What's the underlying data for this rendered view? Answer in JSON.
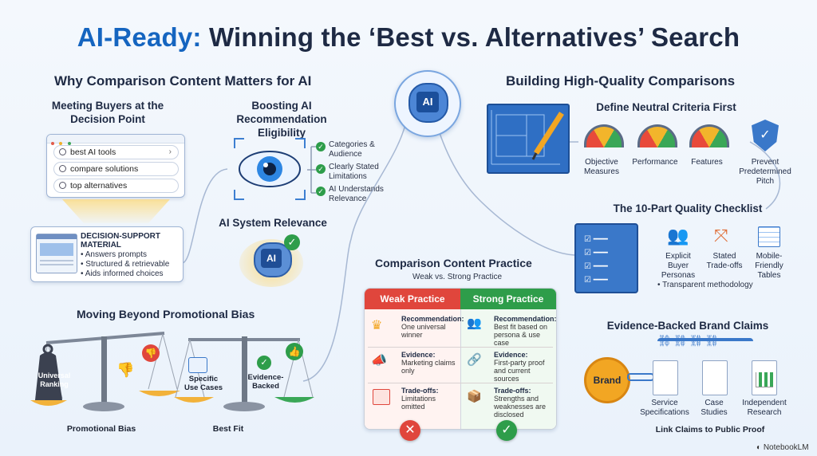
{
  "title": {
    "highlight": "AI-Ready:",
    "rest": "Winning the ‘Best vs. Alternatives’ Search"
  },
  "left": {
    "heading": "Why Comparison Content Matters for AI",
    "buyers_title": "Meeting Buyers at the Decision Point",
    "searches": [
      "best AI tools",
      "compare solutions",
      "top alternatives"
    ],
    "decision_box": {
      "title": "DECISION-SUPPORT MATERIAL",
      "bullets": [
        "• Answers prompts",
        "• Structured & retrievable",
        "• Aids informed choices"
      ]
    },
    "boost_title": "Boosting AI Recommendation Eligibility",
    "boost_items": [
      "Categories & Audience",
      "Clearly Stated Limitations",
      "AI Understands Relevance"
    ],
    "relevance_title": "AI System Relevance",
    "ai_label": "AI"
  },
  "bias": {
    "heading": "Moving Beyond Promotional Bias",
    "weight_label": "Universal Ranking",
    "bad_caption": "Promotional Bias",
    "specific_label": "Specific Use Cases",
    "evidence_label": "Evidence-Backed",
    "good_caption": "Best Fit"
  },
  "practice": {
    "heading": "Comparison Content Practice",
    "subheading": "Weak vs. Strong Practice",
    "weak_head": "Weak Practice",
    "strong_head": "Strong Practice",
    "weak": [
      {
        "title": "Recommendation:",
        "text": "One universal winner"
      },
      {
        "title": "Evidence:",
        "text": "Marketing claims only"
      },
      {
        "title": "Trade-offs:",
        "text": "Limitations omitted"
      }
    ],
    "strong": [
      {
        "title": "Recommendation:",
        "text": "Best fit based on persona & use case"
      },
      {
        "title": "Evidence:",
        "text": "First-party proof and current sources"
      },
      {
        "title": "Trade-offs:",
        "text": "Strengths and weaknesses are disclosed"
      }
    ]
  },
  "right": {
    "heading": "Building High-Quality Comparisons",
    "criteria_title": "Define Neutral Criteria First",
    "criteria": [
      "Objective Measures",
      "Performance",
      "Features",
      "Prevent Predetermined Pitch"
    ],
    "checklist_title": "The 10-Part Quality Checklist",
    "checklist_items": [
      "Explicit Buyer Personas",
      "Stated Trade-offs",
      "Mobile-Friendly Tables"
    ],
    "checklist_extra": "• Transparent methodology",
    "evidence_title": "Evidence-Backed Brand Claims",
    "brand_label": "Brand",
    "evidence_docs": [
      "Service Specifications",
      "Case Studies",
      "Independent Research"
    ],
    "evidence_caption": "Link Claims to Public Proof"
  },
  "center_ai_label": "AI",
  "footer": "NotebookLM",
  "colors": {
    "accent": "#1565c0",
    "weak": "#e0463c",
    "strong": "#2e9d4a",
    "gold": "#f2a623"
  }
}
